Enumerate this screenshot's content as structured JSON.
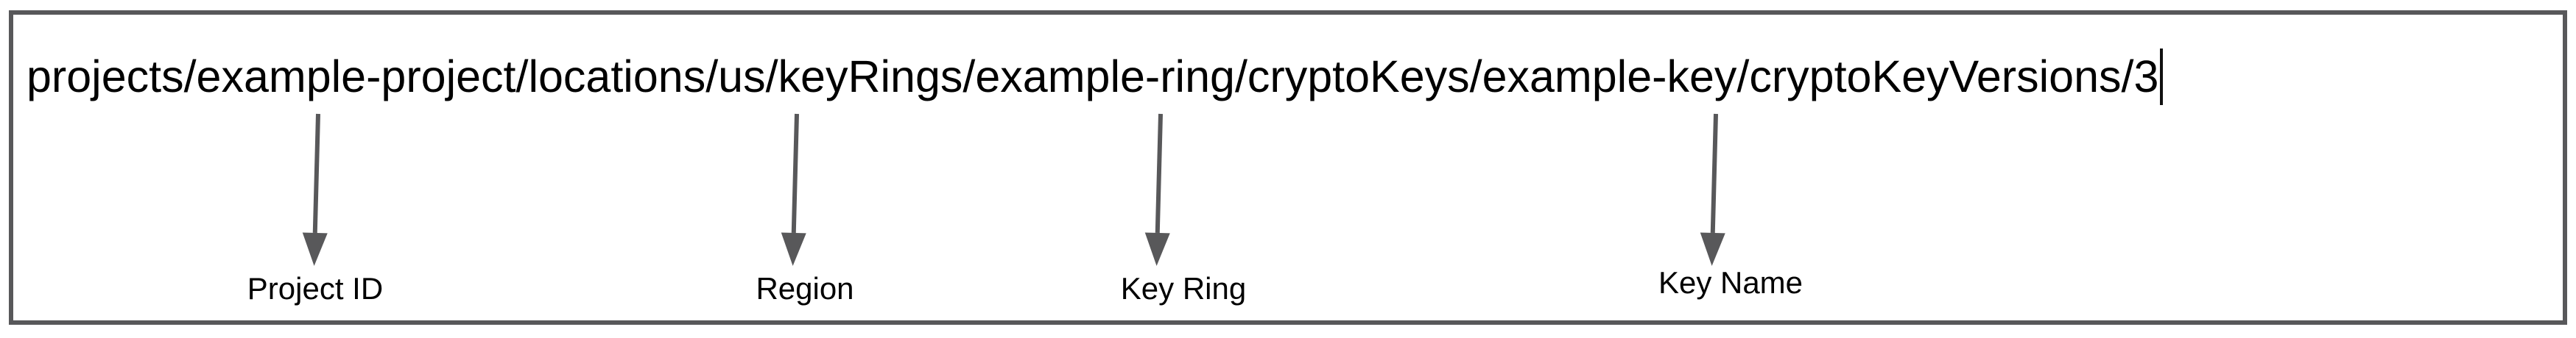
{
  "path_field": {
    "value": "projects/example-project/locations/us/keyRings/example-ring/cryptoKeys/example-key/cryptoKeyVersions/3",
    "caret_visible": true
  },
  "annotations": [
    {
      "id": "project-id",
      "label": "Project ID",
      "points_to": "example-project"
    },
    {
      "id": "region",
      "label": "Region",
      "points_to": "us"
    },
    {
      "id": "key-ring",
      "label": "Key Ring",
      "points_to": "example-ring"
    },
    {
      "id": "key-name",
      "label": "Key Name",
      "points_to": "example-key"
    }
  ],
  "colors": {
    "border": "#58585a",
    "arrow": "#58585a",
    "text": "#000000",
    "background": "#ffffff"
  }
}
